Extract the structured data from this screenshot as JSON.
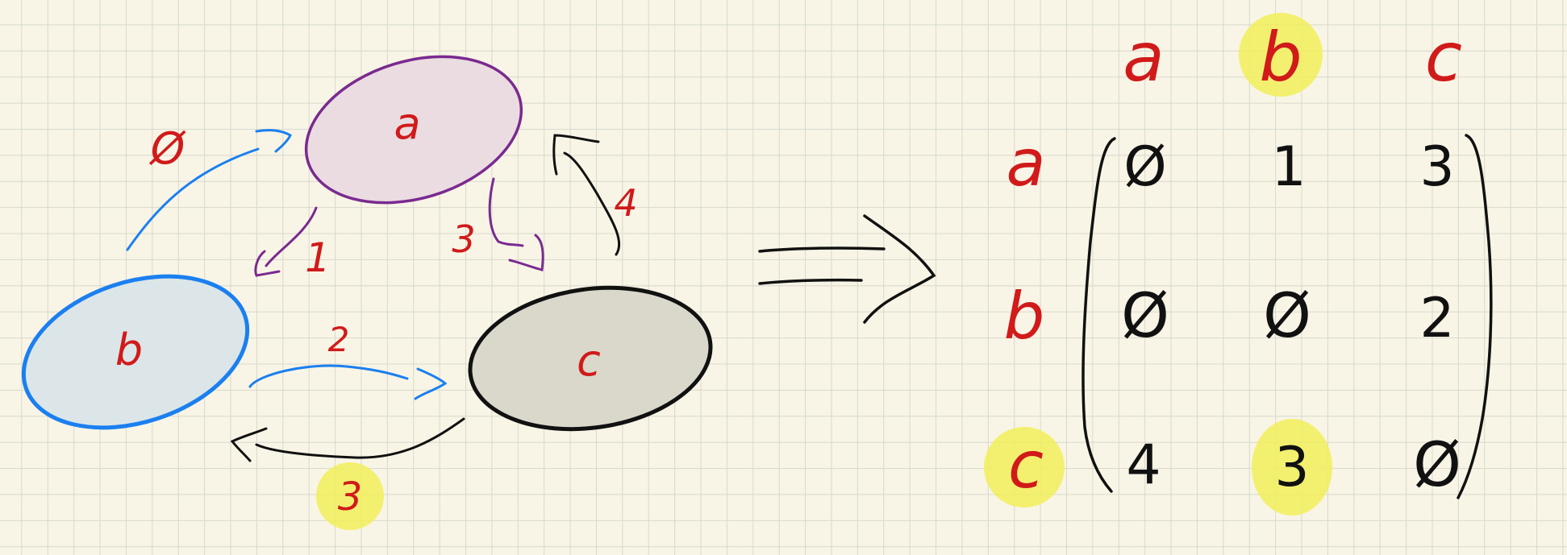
{
  "colors": {
    "paper": "#f8f5e6",
    "grid": "#d8d8cc",
    "ink_red": "#d11a1a",
    "ink_black": "#111111",
    "ink_blue": "#1b7ff0",
    "ink_purple": "#7a2a90",
    "highlight": "#f2ee5a",
    "node_a_fill": "#eadce0",
    "node_b_fill": "#dce6e8",
    "node_c_fill": "#d9d8cb"
  },
  "graph": {
    "nodes": [
      {
        "id": "a",
        "label": "a",
        "outline": "purple"
      },
      {
        "id": "b",
        "label": "b",
        "outline": "blue"
      },
      {
        "id": "c",
        "label": "c",
        "outline": "black"
      }
    ],
    "edges": [
      {
        "from": "b",
        "to": "a",
        "weight": "Ø"
      },
      {
        "from": "a",
        "to": "b",
        "weight": "1"
      },
      {
        "from": "a",
        "to": "c",
        "weight": "3"
      },
      {
        "from": "c",
        "to": "a",
        "weight": "4"
      },
      {
        "from": "b",
        "to": "c",
        "weight": "2"
      },
      {
        "from": "c",
        "to": "b",
        "weight": "3",
        "highlighted": true
      }
    ]
  },
  "implies_arrow": "⟹",
  "matrix": {
    "column_headers": [
      "a",
      "b",
      "c"
    ],
    "row_headers": [
      "a",
      "b",
      "c"
    ],
    "highlighted_column": "b",
    "highlighted_row": "c",
    "rows": [
      [
        "Ø",
        "1",
        "3"
      ],
      [
        "Ø",
        "Ø",
        "2"
      ],
      [
        "4",
        "3",
        "Ø"
      ]
    ],
    "highlighted_cell": {
      "row": 2,
      "col": 1
    }
  }
}
